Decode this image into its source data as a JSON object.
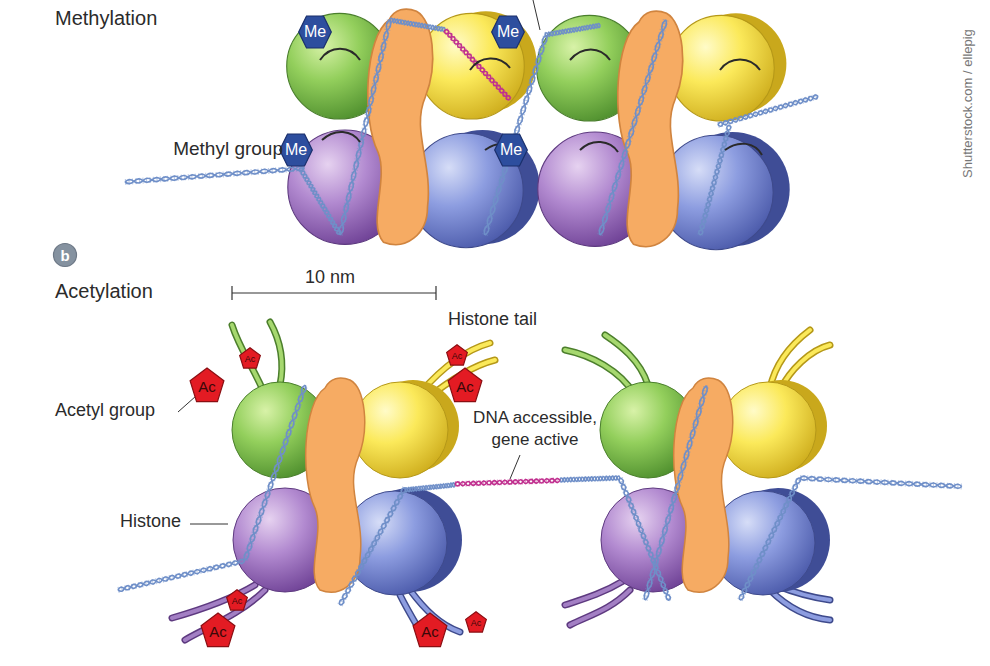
{
  "diagram": {
    "nodes": [
      {
        "text": [
          "Me"
        ]
      },
      {
        "text": [
          "Me"
        ]
      },
      {
        "text": [
          "Me"
        ]
      },
      {
        "text": [
          "Me"
        ]
      },
      {
        "text": [
          "b"
        ]
      },
      {
        "text": [
          "Ac"
        ]
      },
      {
        "text": [
          "Ac"
        ]
      },
      {
        "text": [
          "Ac"
        ]
      },
      {
        "text": [
          "Ac"
        ]
      },
      {
        "text": [
          "Ac"
        ]
      },
      {
        "text": [
          "Ac"
        ]
      },
      {
        "text": [
          "Ac"
        ]
      },
      {
        "text": [
          "Ac"
        ]
      }
    ],
    "labels": [
      "Methylation",
      "Methyl group",
      "Acetylation",
      "10 nm",
      "Histone tail",
      "Acetyl group",
      "DNA accessible, gene active",
      "Histone",
      "Shutterstock.com / ellepig"
    ]
  }
}
